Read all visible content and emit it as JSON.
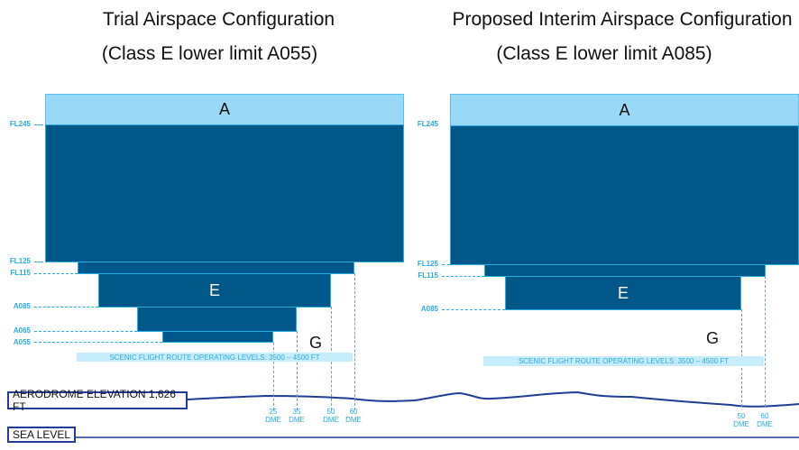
{
  "left": {
    "title": "Trial Airspace Configuration",
    "subtitle": "(Class E lower limit A055)",
    "class_a": "A",
    "class_e": "E",
    "class_g": "G",
    "levels": [
      "FL245",
      "FL125",
      "FL115",
      "A085",
      "A065",
      "A055"
    ],
    "dme": [
      {
        "n": "25",
        "u": "DME"
      },
      {
        "n": "35",
        "u": "DME"
      },
      {
        "n": "50",
        "u": "DME"
      },
      {
        "n": "60",
        "u": "DME"
      }
    ],
    "scenic": "SCENIC FLIGHT ROUTE OPERATING LEVELS: 3500 – 4500 FT"
  },
  "right": {
    "title": "Proposed Interim Airspace Configuration",
    "subtitle": "(Class E lower limit A085)",
    "class_a": "A",
    "class_e": "E",
    "class_g": "G",
    "levels": [
      "FL245",
      "FL125",
      "FL115",
      "A085"
    ],
    "dme": [
      {
        "n": "50",
        "u": "DME"
      },
      {
        "n": "60",
        "u": "DME"
      }
    ],
    "scenic": "SCENIC FLIGHT ROUTE OPERATING LEVELS: 3500 – 4500 FT"
  },
  "aerodrome_label": "AERODROME ELEVATION 1,626 FT",
  "sea_level_label": "SEA LEVEL",
  "colors": {
    "controlled": "#00578a",
    "class_a": "#9ad8f7",
    "label": "#29abe2",
    "ground": "#1f3d99"
  }
}
